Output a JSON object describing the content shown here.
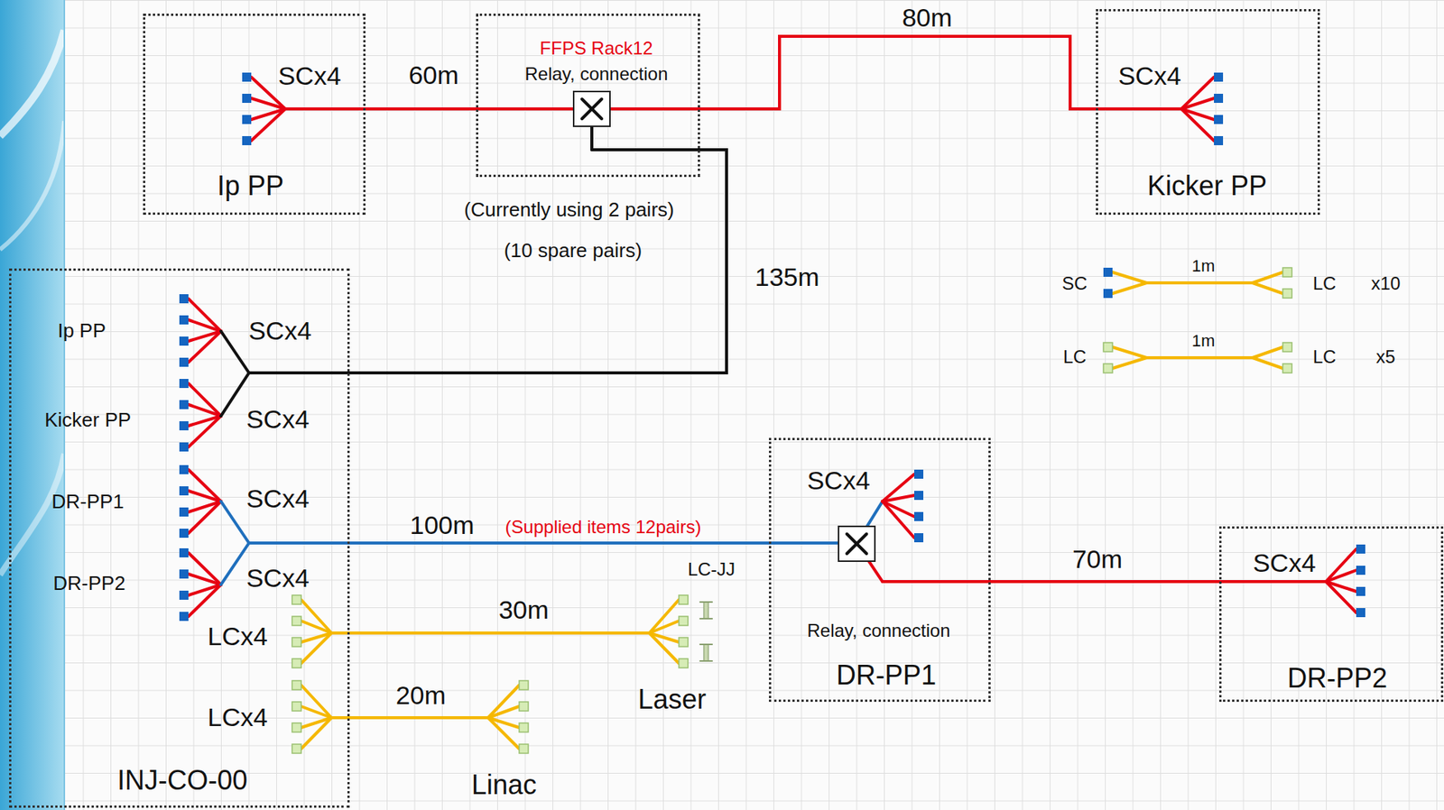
{
  "diagram": {
    "nodes": [
      {
        "text": [
          "Ip PP"
        ]
      },
      {
        "text": [
          "FFPS Rack12",
          "Relay, connection"
        ]
      },
      {
        "text": [
          "Kicker PP"
        ]
      },
      {
        "text": [
          "INJ-CO-00"
        ]
      },
      {
        "text": [
          "Relay, connection",
          "DR-PP1"
        ]
      },
      {
        "text": [
          "DR-PP2"
        ]
      }
    ],
    "edges": [
      {
        "from": 0,
        "to": 1,
        "label": "60m",
        "arrow": "none"
      },
      {
        "from": 1,
        "to": 2,
        "label": "80m",
        "arrow": "none"
      },
      {
        "from": 3,
        "to": 1,
        "label": "135m",
        "arrow": "none"
      },
      {
        "from": 3,
        "to": 4,
        "label": "100m",
        "arrow": "none"
      },
      {
        "from": 4,
        "to": 5,
        "label": "70m",
        "arrow": "none"
      }
    ],
    "labels": [
      "SCx4",
      "(Currently using 2 pairs)",
      "(10 spare pairs)",
      "SCx4",
      "SC",
      "1m",
      "LC",
      "x10",
      "LC",
      "1m",
      "LC",
      "x5",
      "Ip PP",
      "SCx4",
      "Kicker PP",
      "SCx4",
      "DR-PP1",
      "SCx4",
      "DR-PP2",
      "SCx4",
      "(Supplied items 12pairs)",
      "SCx4",
      "SCx4",
      "LCx4",
      "30m",
      "LC-JJ",
      "Laser",
      "LCx4",
      "20m",
      "Linac"
    ]
  }
}
